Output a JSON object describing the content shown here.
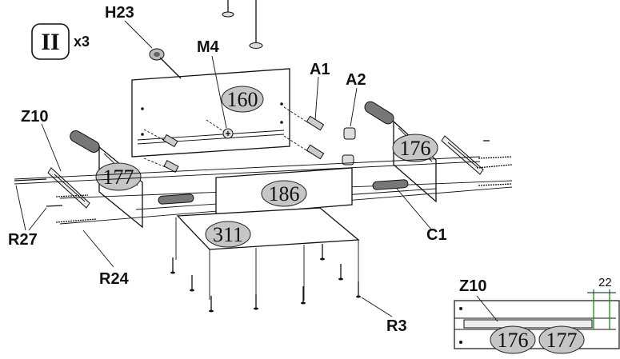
{
  "step": {
    "numeral": "II",
    "multiplier": "x3"
  },
  "part_labels": {
    "h23": "H23",
    "m4": "M4",
    "a1": "A1",
    "a2": "A2",
    "z10": "Z10",
    "c1": "C1",
    "r27": "R27",
    "r24": "R24",
    "r3": "R3"
  },
  "panel_numbers": {
    "p160": "160",
    "p176": "176",
    "p177": "177",
    "p186": "186",
    "p311": "311"
  },
  "detail": {
    "label": "Z10",
    "dimension": "22",
    "numbers": [
      "176",
      "177"
    ]
  }
}
